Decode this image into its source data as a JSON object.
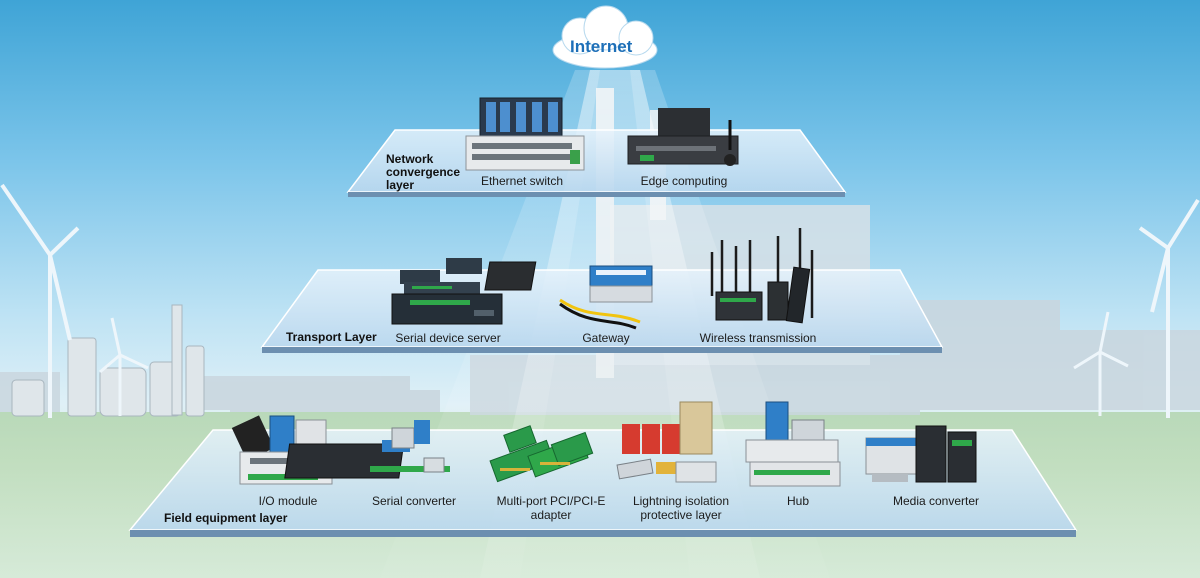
{
  "cloud": {
    "label": "Internet"
  },
  "layers": {
    "network": {
      "name": "Network convergence layer",
      "items": [
        "Ethernet switch",
        "Edge computing"
      ]
    },
    "transport": {
      "name": "Transport Layer",
      "items": [
        "Serial device server",
        "Gateway",
        "Wireless transmission"
      ]
    },
    "field": {
      "name": "Field equipment layer",
      "items": [
        "I/O module",
        "Serial converter",
        "Multi-port PCI/PCI-E adapter",
        "Lightning isolation protective layer",
        "Hub",
        "Media converter"
      ]
    }
  },
  "colors": {
    "cloud_text": "#1d6fb8",
    "platform": "#c9e2f3",
    "platform_edge": "#6c8fb0",
    "sky_top": "#3fa4d6"
  }
}
